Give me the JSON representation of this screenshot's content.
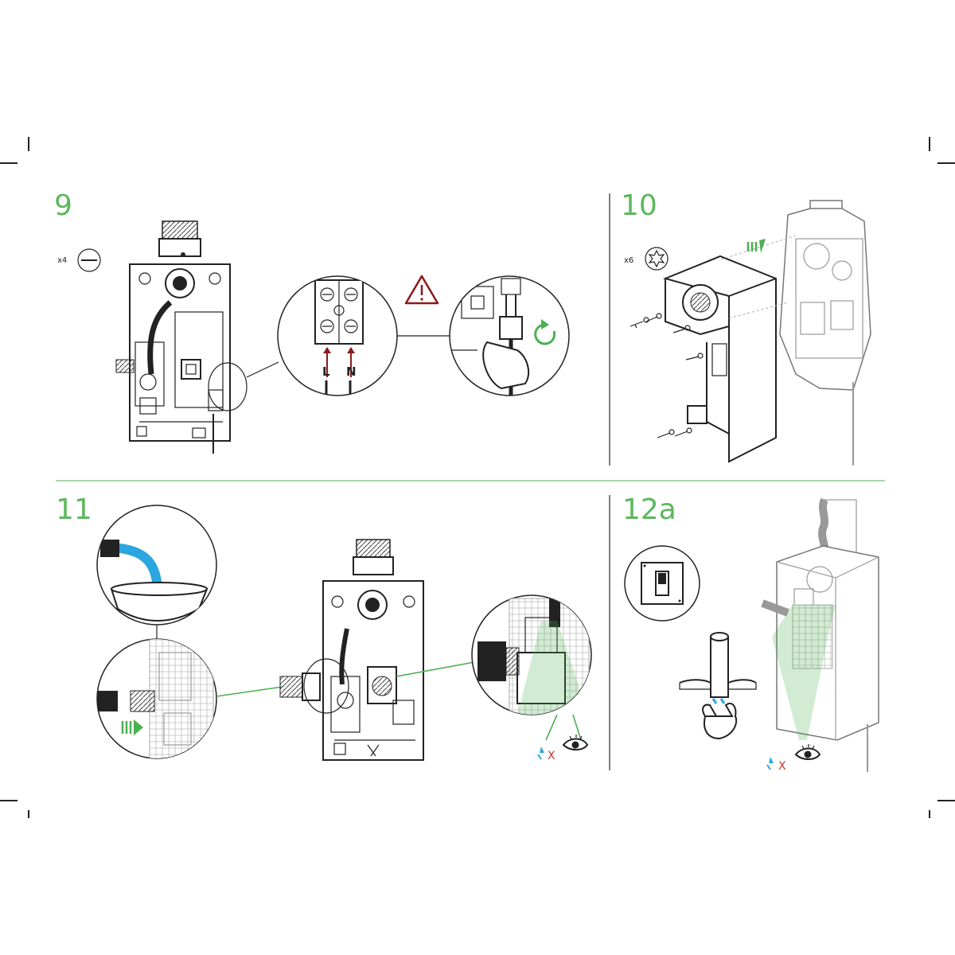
{
  "colors": {
    "accent": "#5cb85c",
    "warning": "#8b1a1a",
    "water": "#2aa6e0",
    "line": "#222222"
  },
  "steps": [
    {
      "number": "9",
      "quantity": "x4",
      "tool_icon": "flat-screwdriver-icon",
      "terminals": [
        "L",
        "N"
      ],
      "icons": [
        "warning-icon",
        "rotate-clockwise-icon"
      ]
    },
    {
      "number": "10",
      "quantity": "x6",
      "tool_icon": "torx-screw-icon",
      "icons": [
        "push-arrow-icon"
      ]
    },
    {
      "number": "11",
      "icons": [
        "push-arrow-icon",
        "no-leak-icon",
        "eye-icon"
      ]
    },
    {
      "number": "12a",
      "icons": [
        "light-switch-icon",
        "no-leak-icon",
        "eye-icon"
      ]
    }
  ],
  "leak_check_mark": "X"
}
